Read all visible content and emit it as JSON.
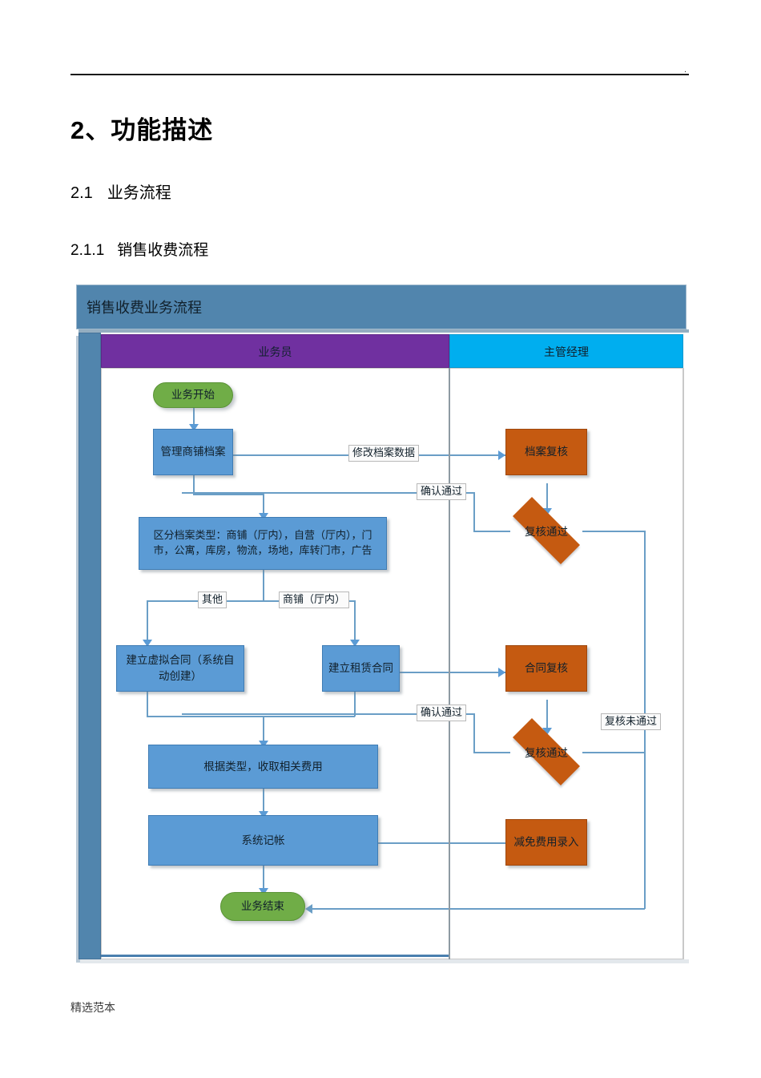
{
  "document": {
    "headings": {
      "h1": "2、功能描述",
      "h2_num": "2.1",
      "h2_text": "业务流程",
      "h3_num": "2.1.1",
      "h3_text": "销售收费流程"
    },
    "footer": "精选范本",
    "top_rule_mark": "."
  },
  "chart_data": {
    "type": "diagram",
    "title": "销售收费业务流程",
    "lanes": [
      {
        "name": "业务员",
        "color": "#7030A0"
      },
      {
        "name": "主管经理",
        "color": "#00AEEF"
      }
    ],
    "nodes": [
      {
        "id": "start",
        "label": "业务开始",
        "shape": "terminator",
        "lane": "业务员",
        "color": "#70AD47"
      },
      {
        "id": "manage",
        "label": "管理商铺档案",
        "shape": "process",
        "lane": "业务员",
        "color": "#5B9BD5"
      },
      {
        "id": "classify",
        "label": "区分档案类型：商铺（厅内），自营（厅内），门市，公寓，库房，物流，场地，库转门市，广告",
        "shape": "process",
        "lane": "业务员",
        "color": "#5B9BD5"
      },
      {
        "id": "virtual",
        "label": "建立虚拟合同（系统自动创建）",
        "shape": "process",
        "lane": "业务员",
        "color": "#5B9BD5"
      },
      {
        "id": "lease",
        "label": "建立租赁合同",
        "shape": "process",
        "lane": "业务员",
        "color": "#5B9BD5"
      },
      {
        "id": "fee",
        "label": "根据类型，收取相关费用",
        "shape": "process",
        "lane": "业务员",
        "color": "#5B9BD5"
      },
      {
        "id": "account",
        "label": "系统记帐",
        "shape": "process",
        "lane": "业务员",
        "color": "#5B9BD5"
      },
      {
        "id": "end",
        "label": "业务结束",
        "shape": "terminator",
        "lane": "业务员",
        "color": "#70AD47"
      },
      {
        "id": "archreview",
        "label": "档案复核",
        "shape": "process",
        "lane": "主管经理",
        "color": "#C55A11"
      },
      {
        "id": "archpass",
        "label": "复核通过",
        "shape": "decision",
        "lane": "主管经理",
        "color": "#C55A11"
      },
      {
        "id": "contreview",
        "label": "合同复核",
        "shape": "process",
        "lane": "主管经理",
        "color": "#C55A11"
      },
      {
        "id": "contpass",
        "label": "复核通过",
        "shape": "decision",
        "lane": "主管经理",
        "color": "#C55A11"
      },
      {
        "id": "reduce",
        "label": "减免费用录入",
        "shape": "process",
        "lane": "主管经理",
        "color": "#C55A11"
      }
    ],
    "edges": [
      {
        "from": "start",
        "to": "manage",
        "label": ""
      },
      {
        "from": "manage",
        "to": "archreview",
        "label": "修改档案数据"
      },
      {
        "from": "archreview",
        "to": "archpass",
        "label": ""
      },
      {
        "from": "archpass",
        "to": "classify",
        "label": "确认通过"
      },
      {
        "from": "manage",
        "to": "classify",
        "label": ""
      },
      {
        "from": "classify",
        "to": "virtual",
        "label": "其他"
      },
      {
        "from": "classify",
        "to": "lease",
        "label": "商铺（厅内）"
      },
      {
        "from": "lease",
        "to": "contreview",
        "label": ""
      },
      {
        "from": "contreview",
        "to": "contpass",
        "label": ""
      },
      {
        "from": "contpass",
        "to": "fee",
        "label": "确认通过"
      },
      {
        "from": "contpass",
        "to": "end",
        "label": "复核未通过"
      },
      {
        "from": "virtual",
        "to": "fee",
        "label": ""
      },
      {
        "from": "fee",
        "to": "account",
        "label": ""
      },
      {
        "from": "reduce",
        "to": "account",
        "label": ""
      },
      {
        "from": "account",
        "to": "end",
        "label": ""
      }
    ],
    "edge_labels": [
      "修改档案数据",
      "确认通过",
      "其他",
      "商铺（厅内）",
      "确认通过",
      "复核未通过"
    ]
  }
}
